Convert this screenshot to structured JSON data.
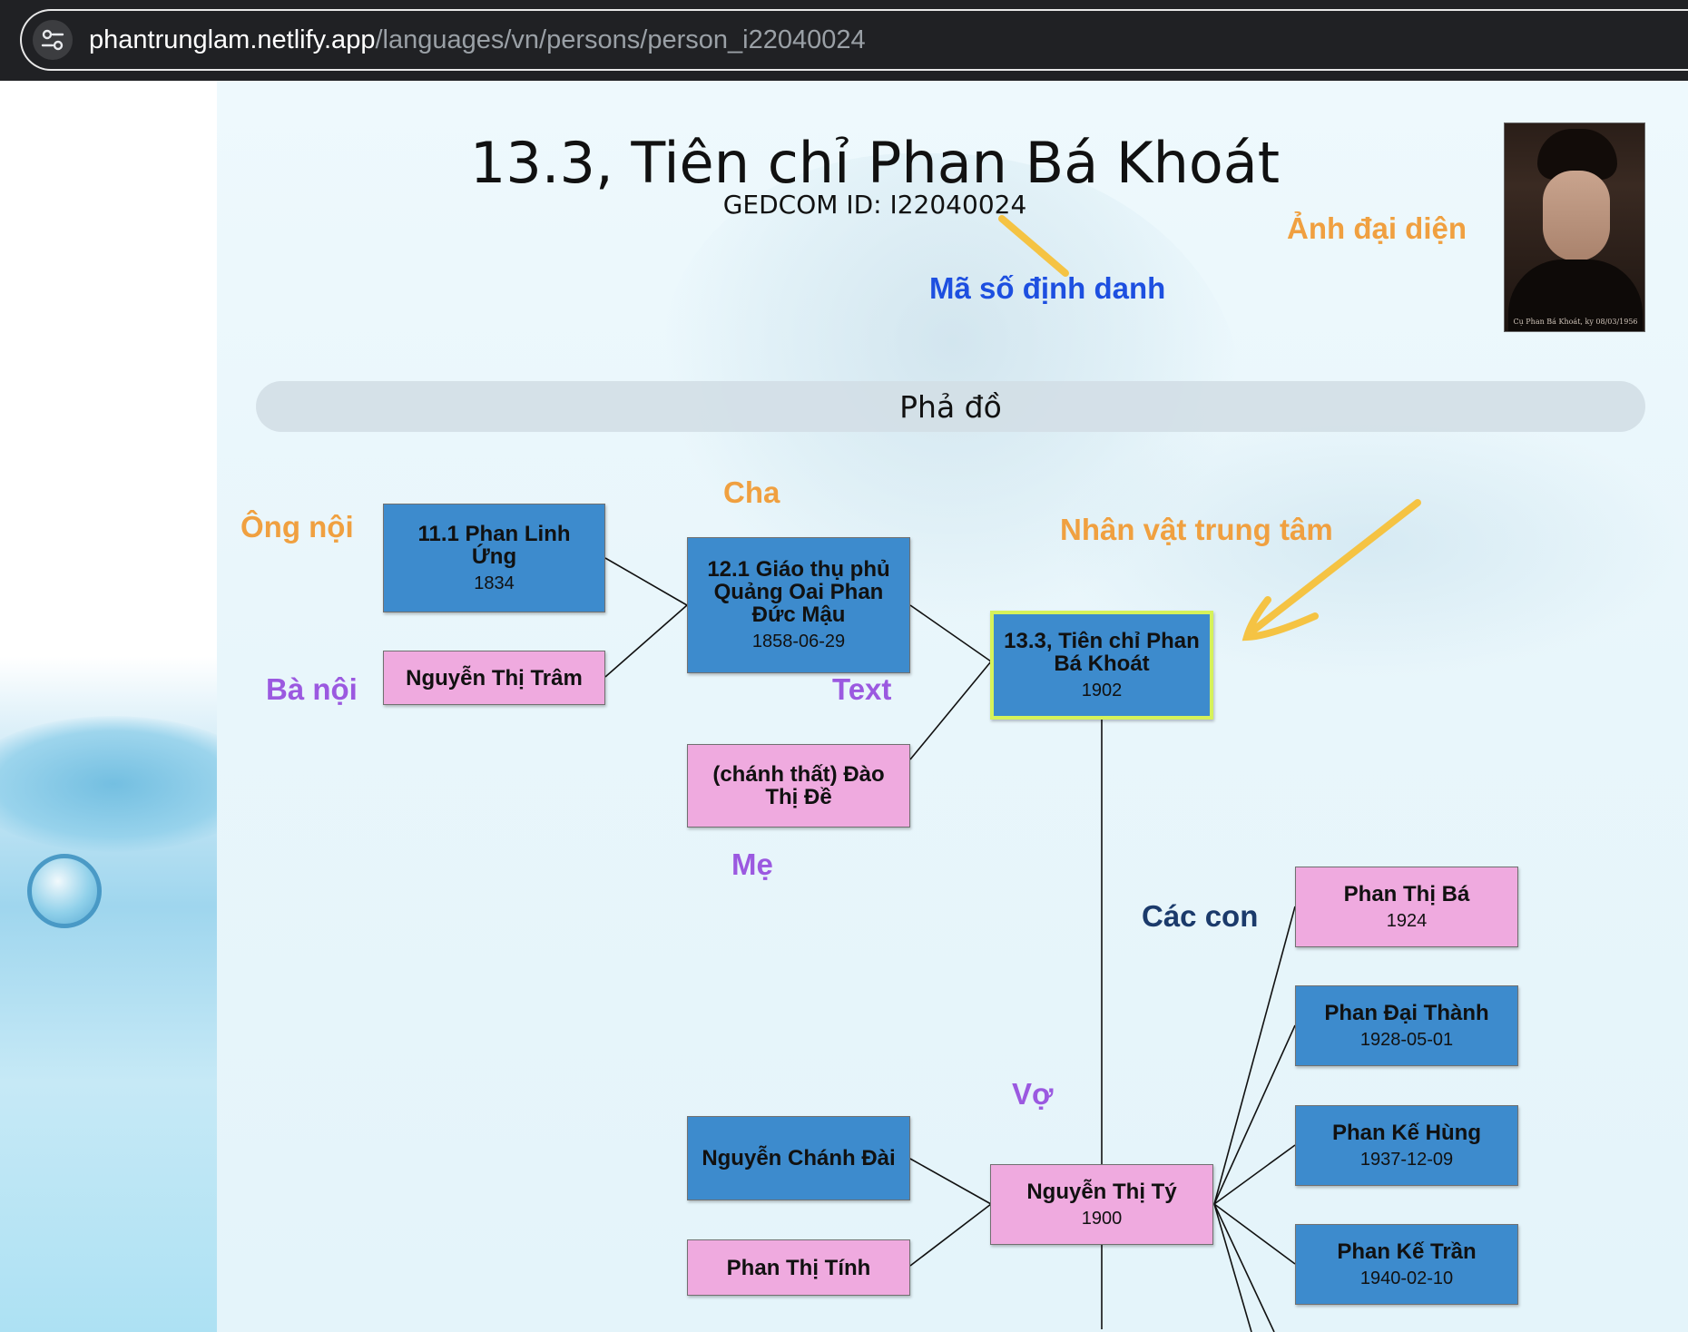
{
  "browser": {
    "url_host": "phantrunglam.netlify.app",
    "url_path": "/languages/vn/persons/person_i22040024",
    "site_settings_icon": "tune-icon"
  },
  "page": {
    "title": "13.3, Tiên chỉ Phan Bá Khoát",
    "gedcom_id": "GEDCOM ID: I22040024",
    "portrait_caption": "Cụ Phan Bá Khoát, ky 08/03/1956",
    "section_title": "Phả đồ"
  },
  "annotations": {
    "ma_so": "Mã số định danh",
    "anh_dai_dien": "Ảnh đại diện",
    "ong_noi": "Ông nội",
    "ba_noi": "Bà nội",
    "cha": "Cha",
    "me": "Mẹ",
    "text": "Text",
    "nhan_vat": "Nhân vật trung tâm",
    "cac_con": "Các con",
    "vo": "Vợ"
  },
  "colors": {
    "male_node": "#3d8bcd",
    "female_node": "#efaadf",
    "center_border": "#d6f25a",
    "arrow": "#f5c343",
    "ann_orange": "#f0a040",
    "ann_purple": "#9b59e0",
    "ann_blue": "#1d4fe0",
    "ann_navy": "#1b3a6b"
  },
  "tree": {
    "paternal_grandfather": {
      "name": "11.1 Phan Linh Ứng",
      "year": "1834"
    },
    "paternal_grandmother": {
      "name": "Nguyễn Thị Trâm",
      "year": ""
    },
    "father": {
      "name": "12.1 Giáo thụ phủ Quảng Oai Phan Đức Mậu",
      "year": "1858-06-29"
    },
    "mother": {
      "name": "(chánh thất) Đào Thị Đề",
      "year": ""
    },
    "person": {
      "name": "13.3, Tiên chỉ Phan Bá Khoát",
      "year": "1902"
    },
    "spouse": {
      "name": "Nguyễn Thị Tý",
      "year": "1900"
    },
    "spouse_father": {
      "name": "Nguyễn Chánh Đài",
      "year": ""
    },
    "spouse_mother": {
      "name": "Phan Thị Tính",
      "year": ""
    },
    "children": [
      {
        "name": "Phan Thị Bá",
        "year": "1924",
        "gender": "female"
      },
      {
        "name": "Phan Đại Thành",
        "year": "1928-05-01",
        "gender": "male"
      },
      {
        "name": "Phan Kế Hùng",
        "year": "1937-12-09",
        "gender": "male"
      },
      {
        "name": "Phan Kế Trần",
        "year": "1940-02-10",
        "gender": "male"
      }
    ]
  }
}
